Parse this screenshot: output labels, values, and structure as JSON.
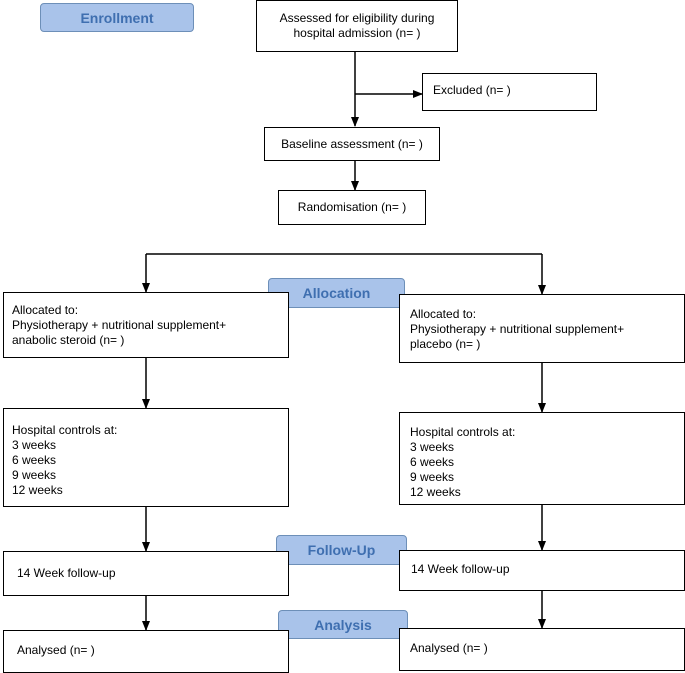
{
  "stages": {
    "enrollment": "Enrollment",
    "allocation": "Allocation",
    "follow_up": "Follow-Up",
    "analysis": "Analysis"
  },
  "enrollment": {
    "eligibility": [
      "Assessed for eligibility during",
      "hospital admission (n=  )"
    ],
    "excluded": "Excluded  (n=   )",
    "baseline": "Baseline assessment (n=  )",
    "randomisation": "Randomisation (n=  )"
  },
  "left_arm": {
    "allocated": [
      "Allocated to:",
      "Physiotherapy + nutritional supplement+",
      "anabolic steroid (n=  )"
    ],
    "controls": [
      "Hospital controls at:",
      "3 weeks",
      "6 weeks",
      "9 weeks",
      "12 weeks"
    ],
    "followup": "14 Week follow-up",
    "analysed": "Analysed  (n=  )"
  },
  "right_arm": {
    "allocated": [
      "Allocated to:",
      "Physiotherapy + nutritional supplement+",
      "placebo (n=  )"
    ],
    "controls": [
      "Hospital controls at:",
      "3 weeks",
      "6 weeks",
      "9 weeks",
      "12 weeks"
    ],
    "followup": "14 Week follow-up",
    "analysed": "Analysed  (n=  )"
  }
}
